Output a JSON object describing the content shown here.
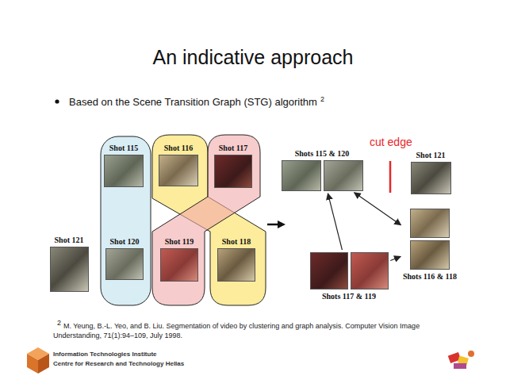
{
  "diagram": {
    "title": "An indicative approach",
    "nodes": [
      {
        "text": [
          "Shot 115"
        ]
      },
      {
        "text": [
          "Shot 116"
        ]
      },
      {
        "text": [
          "Shot 117"
        ]
      },
      {
        "text": [
          "Shot 121"
        ]
      },
      {
        "text": [
          "Shot 120"
        ]
      },
      {
        "text": [
          "Shot 119"
        ]
      },
      {
        "text": [
          "Shot 118"
        ]
      },
      {
        "text": [
          "Shots 115 & 120"
        ]
      },
      {
        "text": [
          "Shot 121"
        ]
      },
      {
        "text": [
          "Shots 116 & 118"
        ]
      },
      {
        "text": [
          "Shots 117 & 119"
        ]
      }
    ],
    "edges": [
      {
        "from": 10,
        "to": 7,
        "arrow": "to"
      },
      {
        "from": 7,
        "to": 9,
        "arrow": "both"
      },
      {
        "from": 10,
        "to": 9,
        "arrow": "to"
      }
    ],
    "labels": [
      "Based on the Scene Transition Graph (STG) algorithm",
      "2",
      "cut edge",
      "2",
      "M. Yeung, B.-L. Yeo, and B. Liu. Segmentation of video by clustering and graph analysis. Computer Vision Image Understanding, 71(1):94–109, July 1998.",
      "Information Technologies Institute",
      "Centre for Research and Technology Hellas"
    ]
  }
}
